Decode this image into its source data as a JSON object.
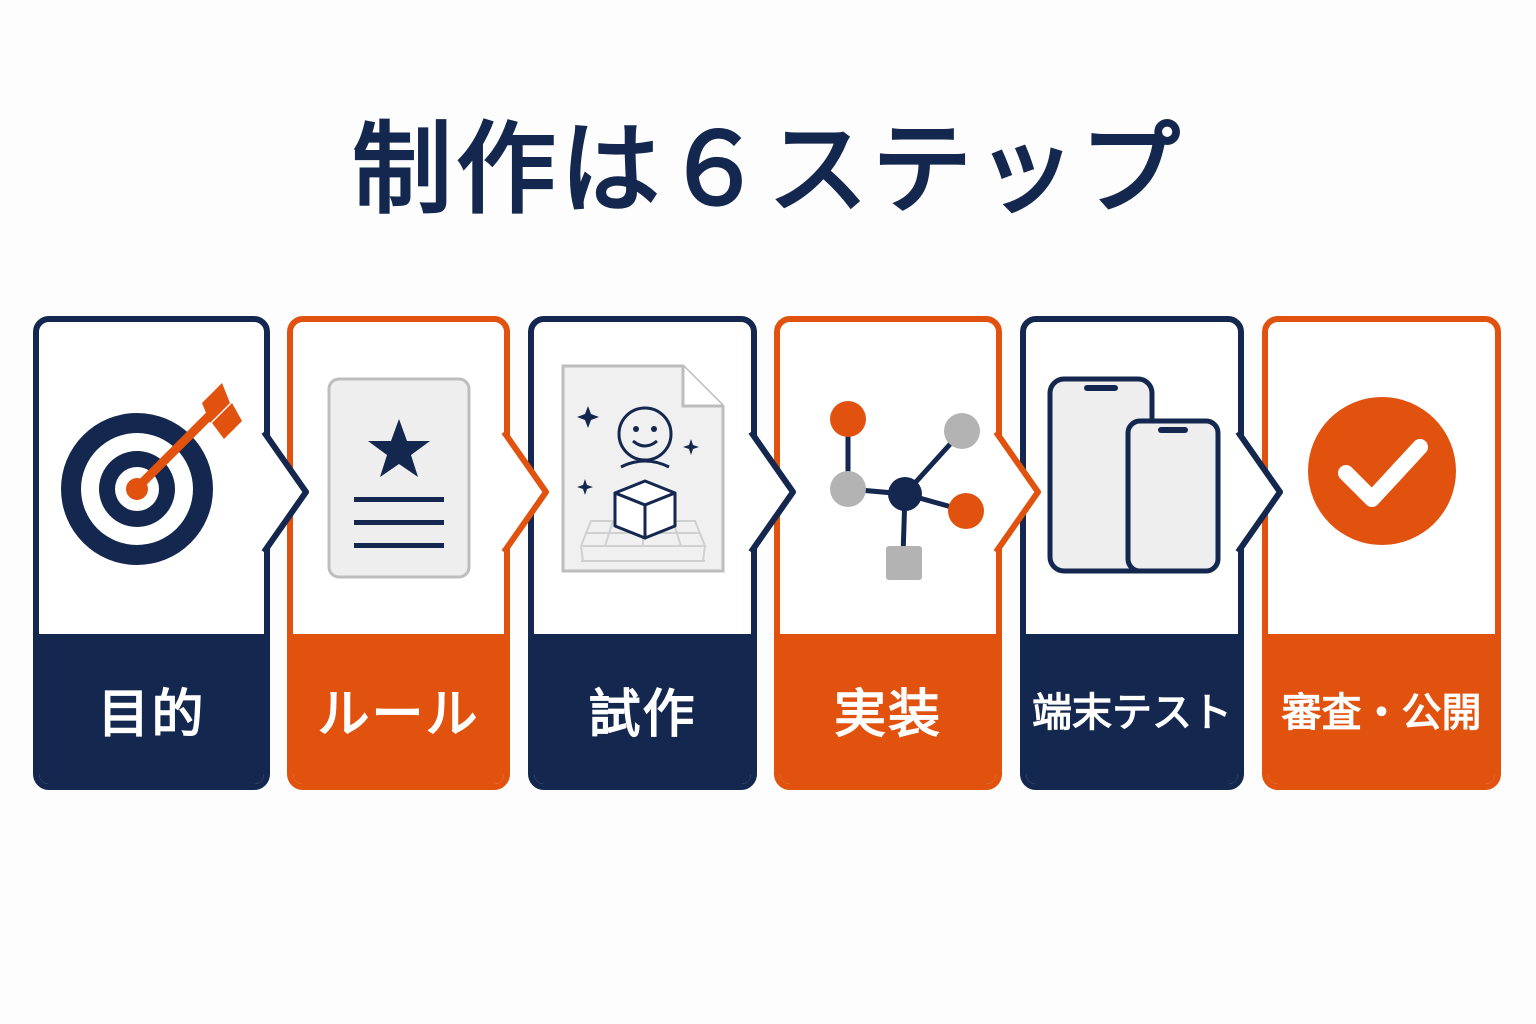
{
  "title": "制作は６ステップ",
  "colors": {
    "navy": "#14274e",
    "orange": "#e2520f",
    "gray": "#b3b3b3",
    "light": "#f0f0f0"
  },
  "steps": [
    {
      "label": "目的",
      "color": "navy",
      "icon": "target-arrow-icon"
    },
    {
      "label": "ルール",
      "color": "orange",
      "icon": "rule-document-icon"
    },
    {
      "label": "試作",
      "color": "navy",
      "icon": "prototype-sketch-icon"
    },
    {
      "label": "実装",
      "color": "orange",
      "icon": "node-network-icon"
    },
    {
      "label": "端末テスト",
      "color": "navy",
      "icon": "mobile-devices-icon"
    },
    {
      "label": "審査・公開",
      "color": "orange",
      "icon": "checkmark-circle-icon"
    }
  ]
}
